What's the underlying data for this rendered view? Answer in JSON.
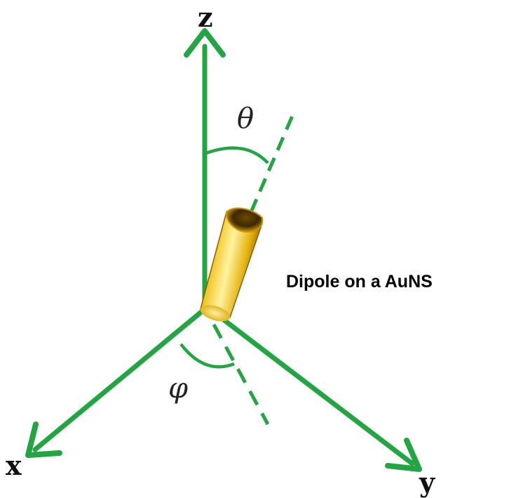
{
  "axes": {
    "z_label": "z",
    "x_label": "x",
    "y_label": "y"
  },
  "angles": {
    "polar_label": "θ",
    "azimuth_label": "φ"
  },
  "dipole_caption": "Dipole on a AuNS",
  "colors": {
    "axis": "#22a542",
    "rod_light": "#fff3a0",
    "rod_mid": "#e9b90f",
    "rod_dark": "#7a5400",
    "text": "#000000"
  }
}
